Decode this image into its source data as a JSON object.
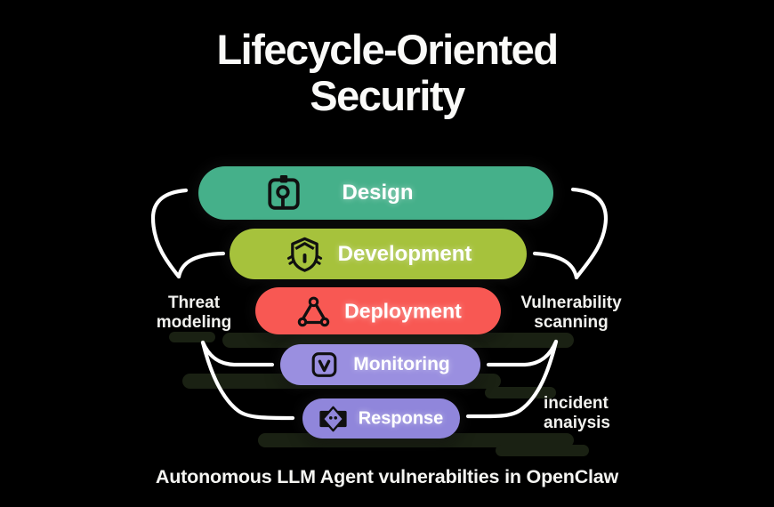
{
  "title": {
    "line1": "Lifecycle-Oriented",
    "line2": "Security"
  },
  "stages": [
    {
      "label": "Design",
      "color": "#45B08A",
      "icon": "blueprint-pin-icon"
    },
    {
      "label": "Development",
      "color": "#A6C23C",
      "icon": "shield-bug-icon"
    },
    {
      "label": "Deployment",
      "color": "#F85853",
      "icon": "node-triangle-icon"
    },
    {
      "label": "Monitoring",
      "color": "#9A8FE0",
      "icon": "checkbox-v-icon"
    },
    {
      "label": "Response",
      "color": "#9086DB",
      "icon": "bug-screen-icon"
    }
  ],
  "annotations": {
    "threat": {
      "line1": "Threat",
      "line2": "modeling"
    },
    "vulnerability": {
      "line1": "Vulnerability",
      "line2": "scanning"
    },
    "incident": {
      "line1": "incident",
      "line2": "anaiysis"
    }
  },
  "caption": "Autonomous LLM Agent vulnerabilties in OpenClaw",
  "colors": {
    "background": "#000000",
    "text": "#FFFFFF",
    "brace_lines": "#FFFFFF",
    "echo_pill": "#1A2113"
  }
}
